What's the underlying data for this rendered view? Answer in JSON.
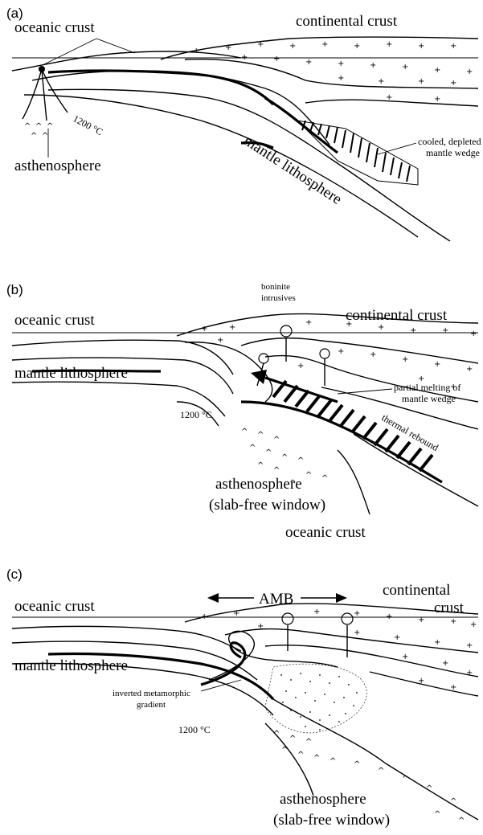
{
  "panel_a": {
    "tag": "(a)",
    "oceanic_crust": "oceanic crust",
    "continental_crust": "continental crust",
    "temp": "1200 °C",
    "asthenosphere": "asthenosphere",
    "mantle_lithosphere": "mantle lithosphere",
    "wedge_1": "cooled, depleted",
    "wedge_2": "mantle wedge"
  },
  "panel_b": {
    "tag": "(b)",
    "oceanic_crust": "oceanic crust",
    "continental_crust": "continental crust",
    "boninite_1": "boninite",
    "boninite_2": "intrusives",
    "mantle_lithosphere": "mantle lithosphere",
    "melt_1": "partial melting of",
    "melt_2": "mantle wedge",
    "rebound": "thermal rebound",
    "temp": "1200 °C",
    "asthenosphere": "asthenosphere",
    "window": "(slab-free window)",
    "oceanic_crust_lower": "oceanic crust"
  },
  "panel_c": {
    "tag": "(c)",
    "oceanic_crust": "oceanic crust",
    "amb": "AMB",
    "continental_1": "continental",
    "continental_2": "crust",
    "mantle_lithosphere": "mantle lithosphere",
    "inverted_1": "inverted metamorphic",
    "inverted_2": "gradient",
    "temp": "1200 °C",
    "asthenosphere": "asthenosphere",
    "window": "(slab-free window)"
  }
}
